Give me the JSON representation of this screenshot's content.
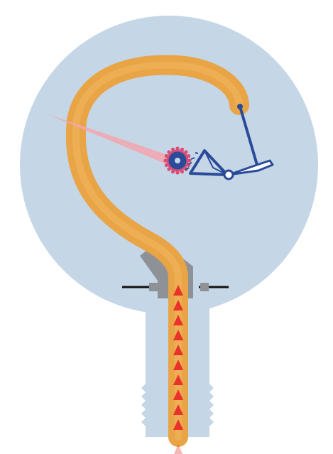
{
  "diagram": {
    "kind": "bourdon-tube-pressure-gauge",
    "parts": [
      "gauge-body",
      "stem",
      "threaded-connector",
      "bourdon-tube",
      "pinion-gear",
      "pointer",
      "sector-gear",
      "linkage",
      "tip",
      "socket-block",
      "mounting-bracket",
      "pressure-arrows"
    ],
    "arrow_count": 10,
    "colors": {
      "background": "#ffffff",
      "body": "#c5d6e6",
      "tube": "#e8a445",
      "tube_inner": "#f2b660",
      "pressure_arrow": "#e8322a",
      "pointer": "#f2a6ad",
      "mechanism": "#2a4a9a",
      "gear_teeth": "#d64f78",
      "socket": "#8e9296",
      "bracket": "#111111"
    }
  }
}
